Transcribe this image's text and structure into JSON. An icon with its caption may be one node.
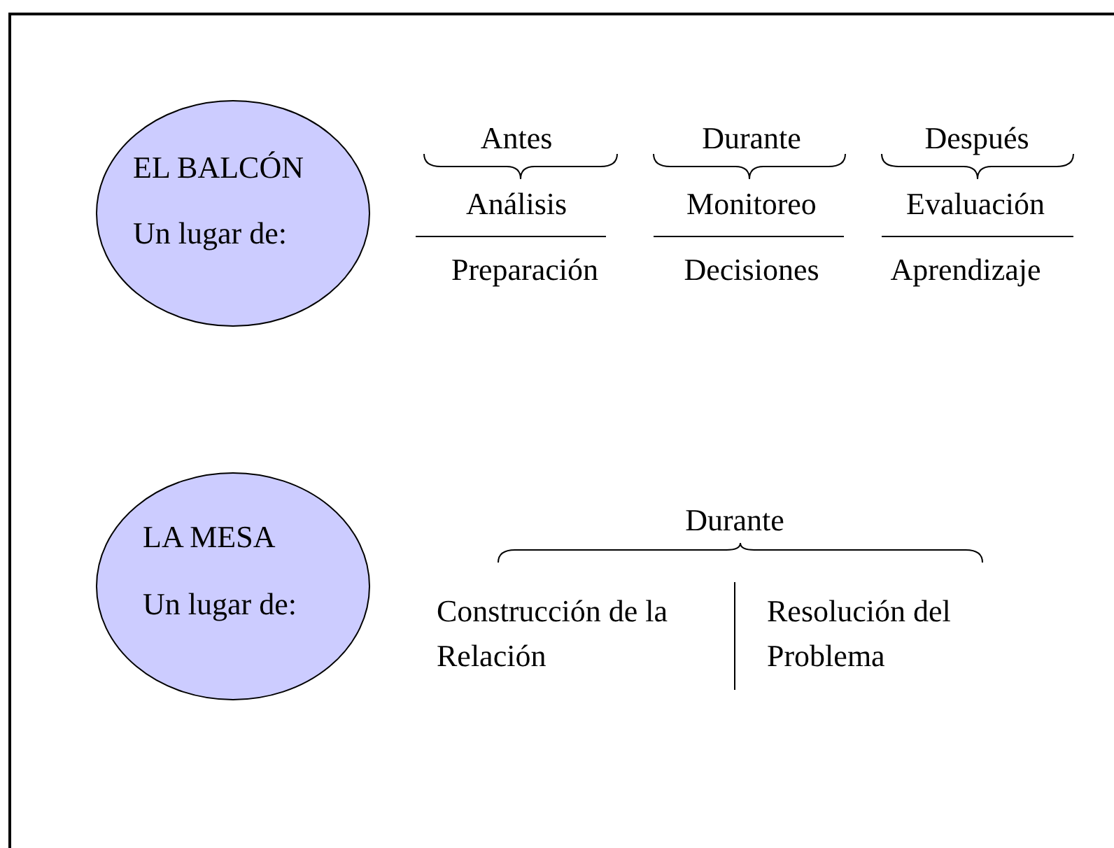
{
  "diagram": {
    "nodes": [
      {
        "text": [
          "EL BALCÓN",
          "Un lugar de:"
        ]
      },
      {
        "text": [
          "LA MESA",
          "Un lugar de:"
        ]
      }
    ],
    "edges": [],
    "labels": [
      "Antes",
      "Durante",
      "Después",
      "Análisis",
      "Monitoreo",
      "Evaluación",
      "Preparación",
      "Decisiones",
      "Aprendizaje",
      "Durante",
      "Construcción de la Relación",
      "Resolución del Problema"
    ]
  }
}
